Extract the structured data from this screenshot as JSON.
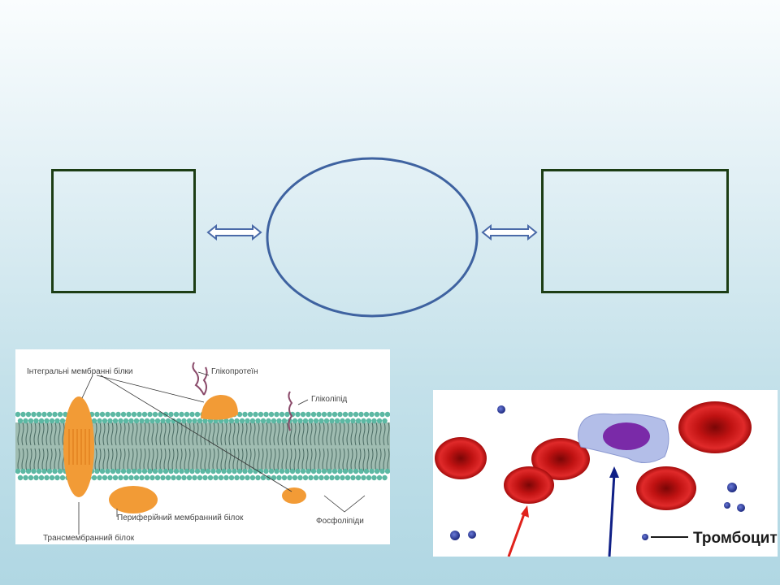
{
  "membrane": {
    "labels": {
      "integral": "Інтегральні мембранні білки",
      "glycoprotein": "Глікопротеїн",
      "glycolipid": "Гліколіпід",
      "peripheral": "Периферійний мембранний білок",
      "transmembrane": "Трансмембранний білок",
      "phospholipids": "Фосфоліпіди"
    }
  },
  "blood": {
    "thrombocytes_label": "Тромбоцити"
  },
  "colors": {
    "box_border": "#1c3d14",
    "ellipse": "#3e62a0",
    "arrow": "#4a6aa8",
    "protein": "#f29b36",
    "phospholipid_head": "#5cb8a3",
    "rbc": "#d01818",
    "platelet": "#2e3d9e",
    "red_arrow": "#e0221c",
    "blue_arrow": "#0f1f86"
  }
}
